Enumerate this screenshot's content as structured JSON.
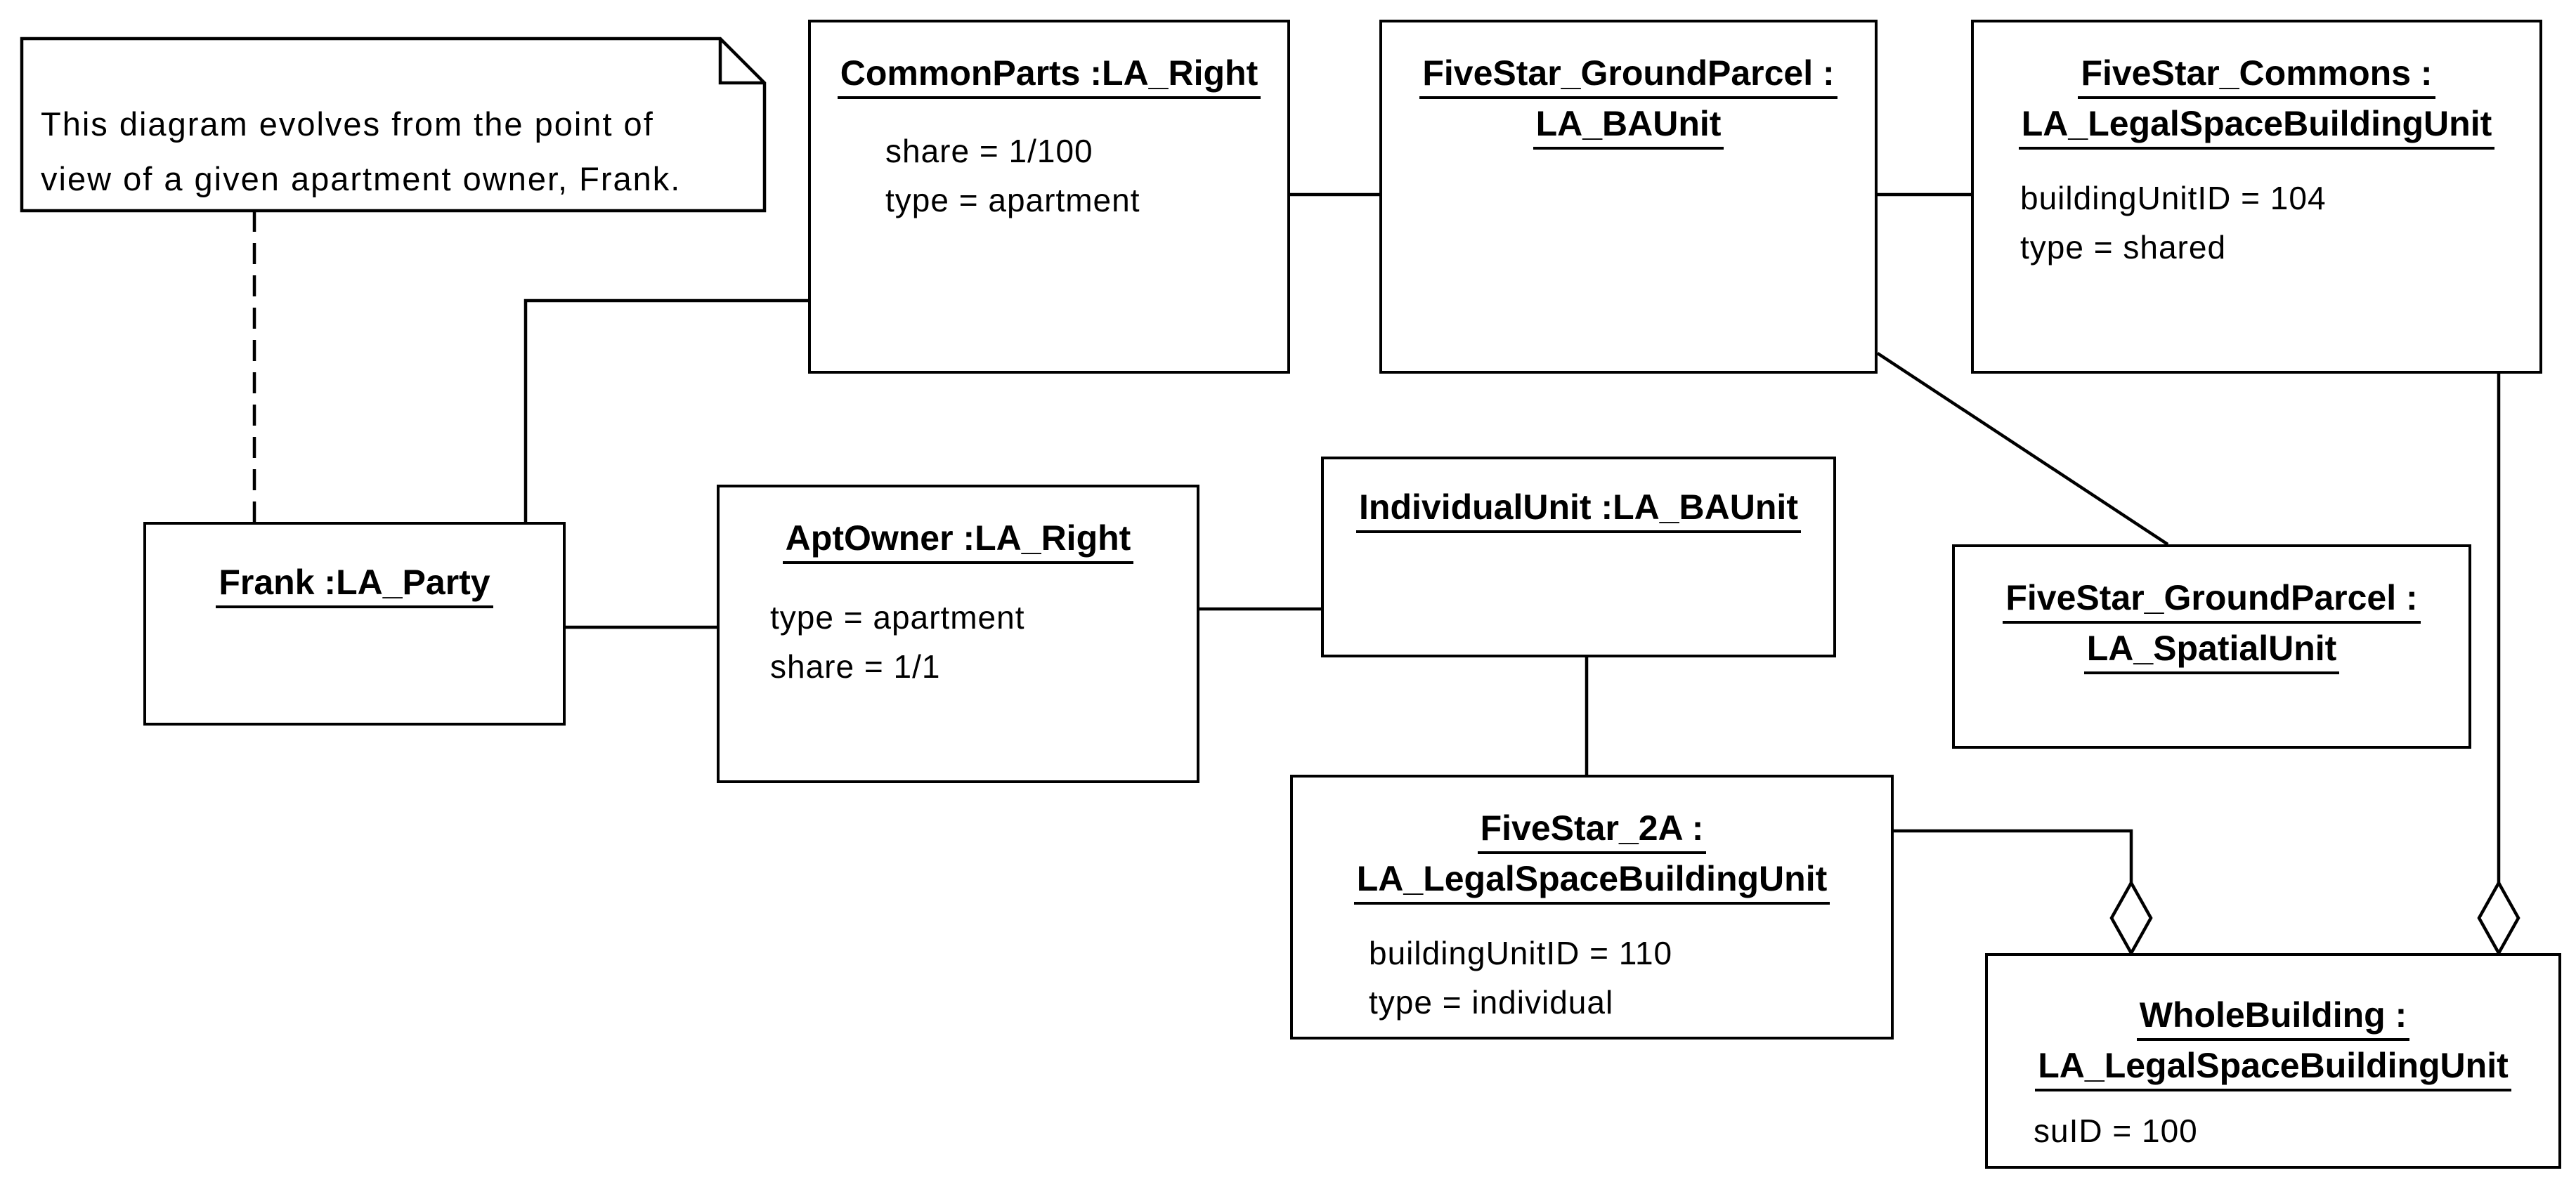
{
  "note": {
    "line1": "This diagram evolves from the point of",
    "line2": "view of a given apartment owner, Frank."
  },
  "boxes": {
    "common_parts": {
      "title": "CommonParts :LA_Right",
      "attrs": [
        "share = 1/100",
        "type = apartment"
      ]
    },
    "ground_parcel_baunit": {
      "title1": "FiveStar_GroundParcel :",
      "title2": "LA_BAUnit"
    },
    "commons": {
      "title1": "FiveStar_Commons :",
      "title2": "LA_LegalSpaceBuildingUnit",
      "attrs": [
        "buildingUnitID = 104",
        "type = shared"
      ]
    },
    "frank": {
      "title": "Frank :LA_Party"
    },
    "apt_owner": {
      "title": "AptOwner :LA_Right",
      "attrs": [
        "type = apartment",
        "share = 1/1"
      ]
    },
    "individual_unit": {
      "title": "IndividualUnit :LA_BAUnit"
    },
    "ground_parcel_spatial": {
      "title1": "FiveStar_GroundParcel :",
      "title2": "LA_SpatialUnit"
    },
    "fivestar_2a": {
      "title1": "FiveStar_2A :",
      "title2": "LA_LegalSpaceBuildingUnit",
      "attrs": [
        "buildingUnitID = 110",
        "type = individual"
      ]
    },
    "whole_building": {
      "title1": "WholeBuilding :",
      "title2": "LA_LegalSpaceBuildingUnit",
      "attrs": [
        "suID = 100"
      ]
    }
  }
}
